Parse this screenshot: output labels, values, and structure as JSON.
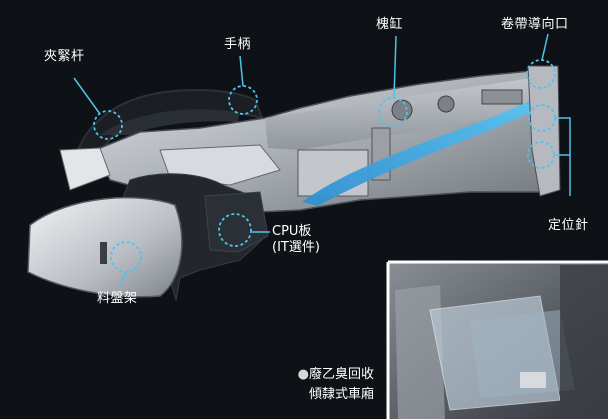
{
  "colors": {
    "background": "#0e1116",
    "callout": "#4fc3e8",
    "text": "#ffffff",
    "tape_channel": "#3fa9e0"
  },
  "labels": {
    "clamp_lever": "夾緊杆",
    "handle": "手柄",
    "cylinder": "槐缸",
    "tape_guide": "卷帶導向口",
    "positioning_pin": "定位針",
    "cpu_board_line1": "CPU板",
    "cpu_board_line2": "(IT選件)",
    "reel_holder": "料盤架"
  },
  "note": {
    "bullet": "●",
    "line1": "廢乙臭回收",
    "line2": "傾隸式車廂"
  },
  "icons": {
    "callout_marker": "dashed-circle-icon",
    "bullet_marker": "bullet-dot-icon"
  }
}
